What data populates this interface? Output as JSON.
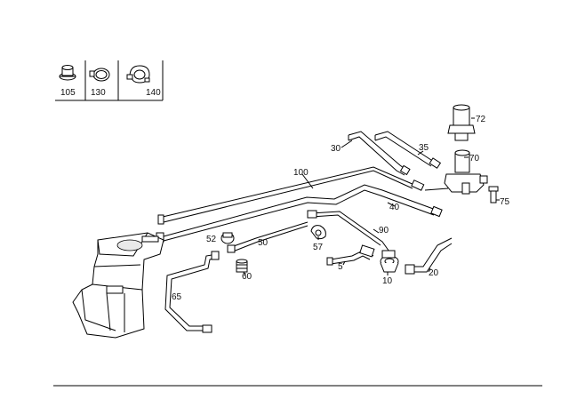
{
  "legend": {
    "items": [
      {
        "number": "105",
        "icon": "hose-grommet-icon"
      },
      {
        "number": "130",
        "icon": "hose-clamp-icon"
      },
      {
        "number": "140",
        "icon": "hinged-clamp-icon"
      }
    ]
  },
  "callouts": {
    "c72": "72",
    "c70": "70",
    "c75": "75",
    "c30": "30",
    "c35": "35",
    "c100": "100",
    "c40": "40",
    "c90": "90",
    "c52": "52",
    "c50": "50",
    "c57": "57",
    "c60": "60",
    "c5": "5",
    "c10": "10",
    "c20": "20",
    "c65": "65"
  }
}
